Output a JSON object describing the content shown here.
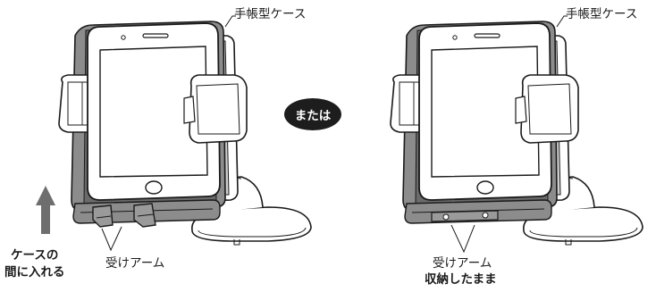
{
  "figure": {
    "left_panel": {
      "case_label": "手帳型ケース",
      "arm_label": "受けアーム",
      "instruction_line1": "ケースの",
      "instruction_line2": "間に入れる"
    },
    "or_badge": "または",
    "right_panel": {
      "case_label": "手帳型ケース",
      "arm_label": "受けアーム",
      "instruction": "収納したまま"
    },
    "colors": {
      "line": "#1a1a1a",
      "case_gray": "#8c8c8c",
      "arm_gray": "#9a9a9a",
      "arrow_gray": "#6e6e6e",
      "badge": "#1d1d1d"
    }
  }
}
